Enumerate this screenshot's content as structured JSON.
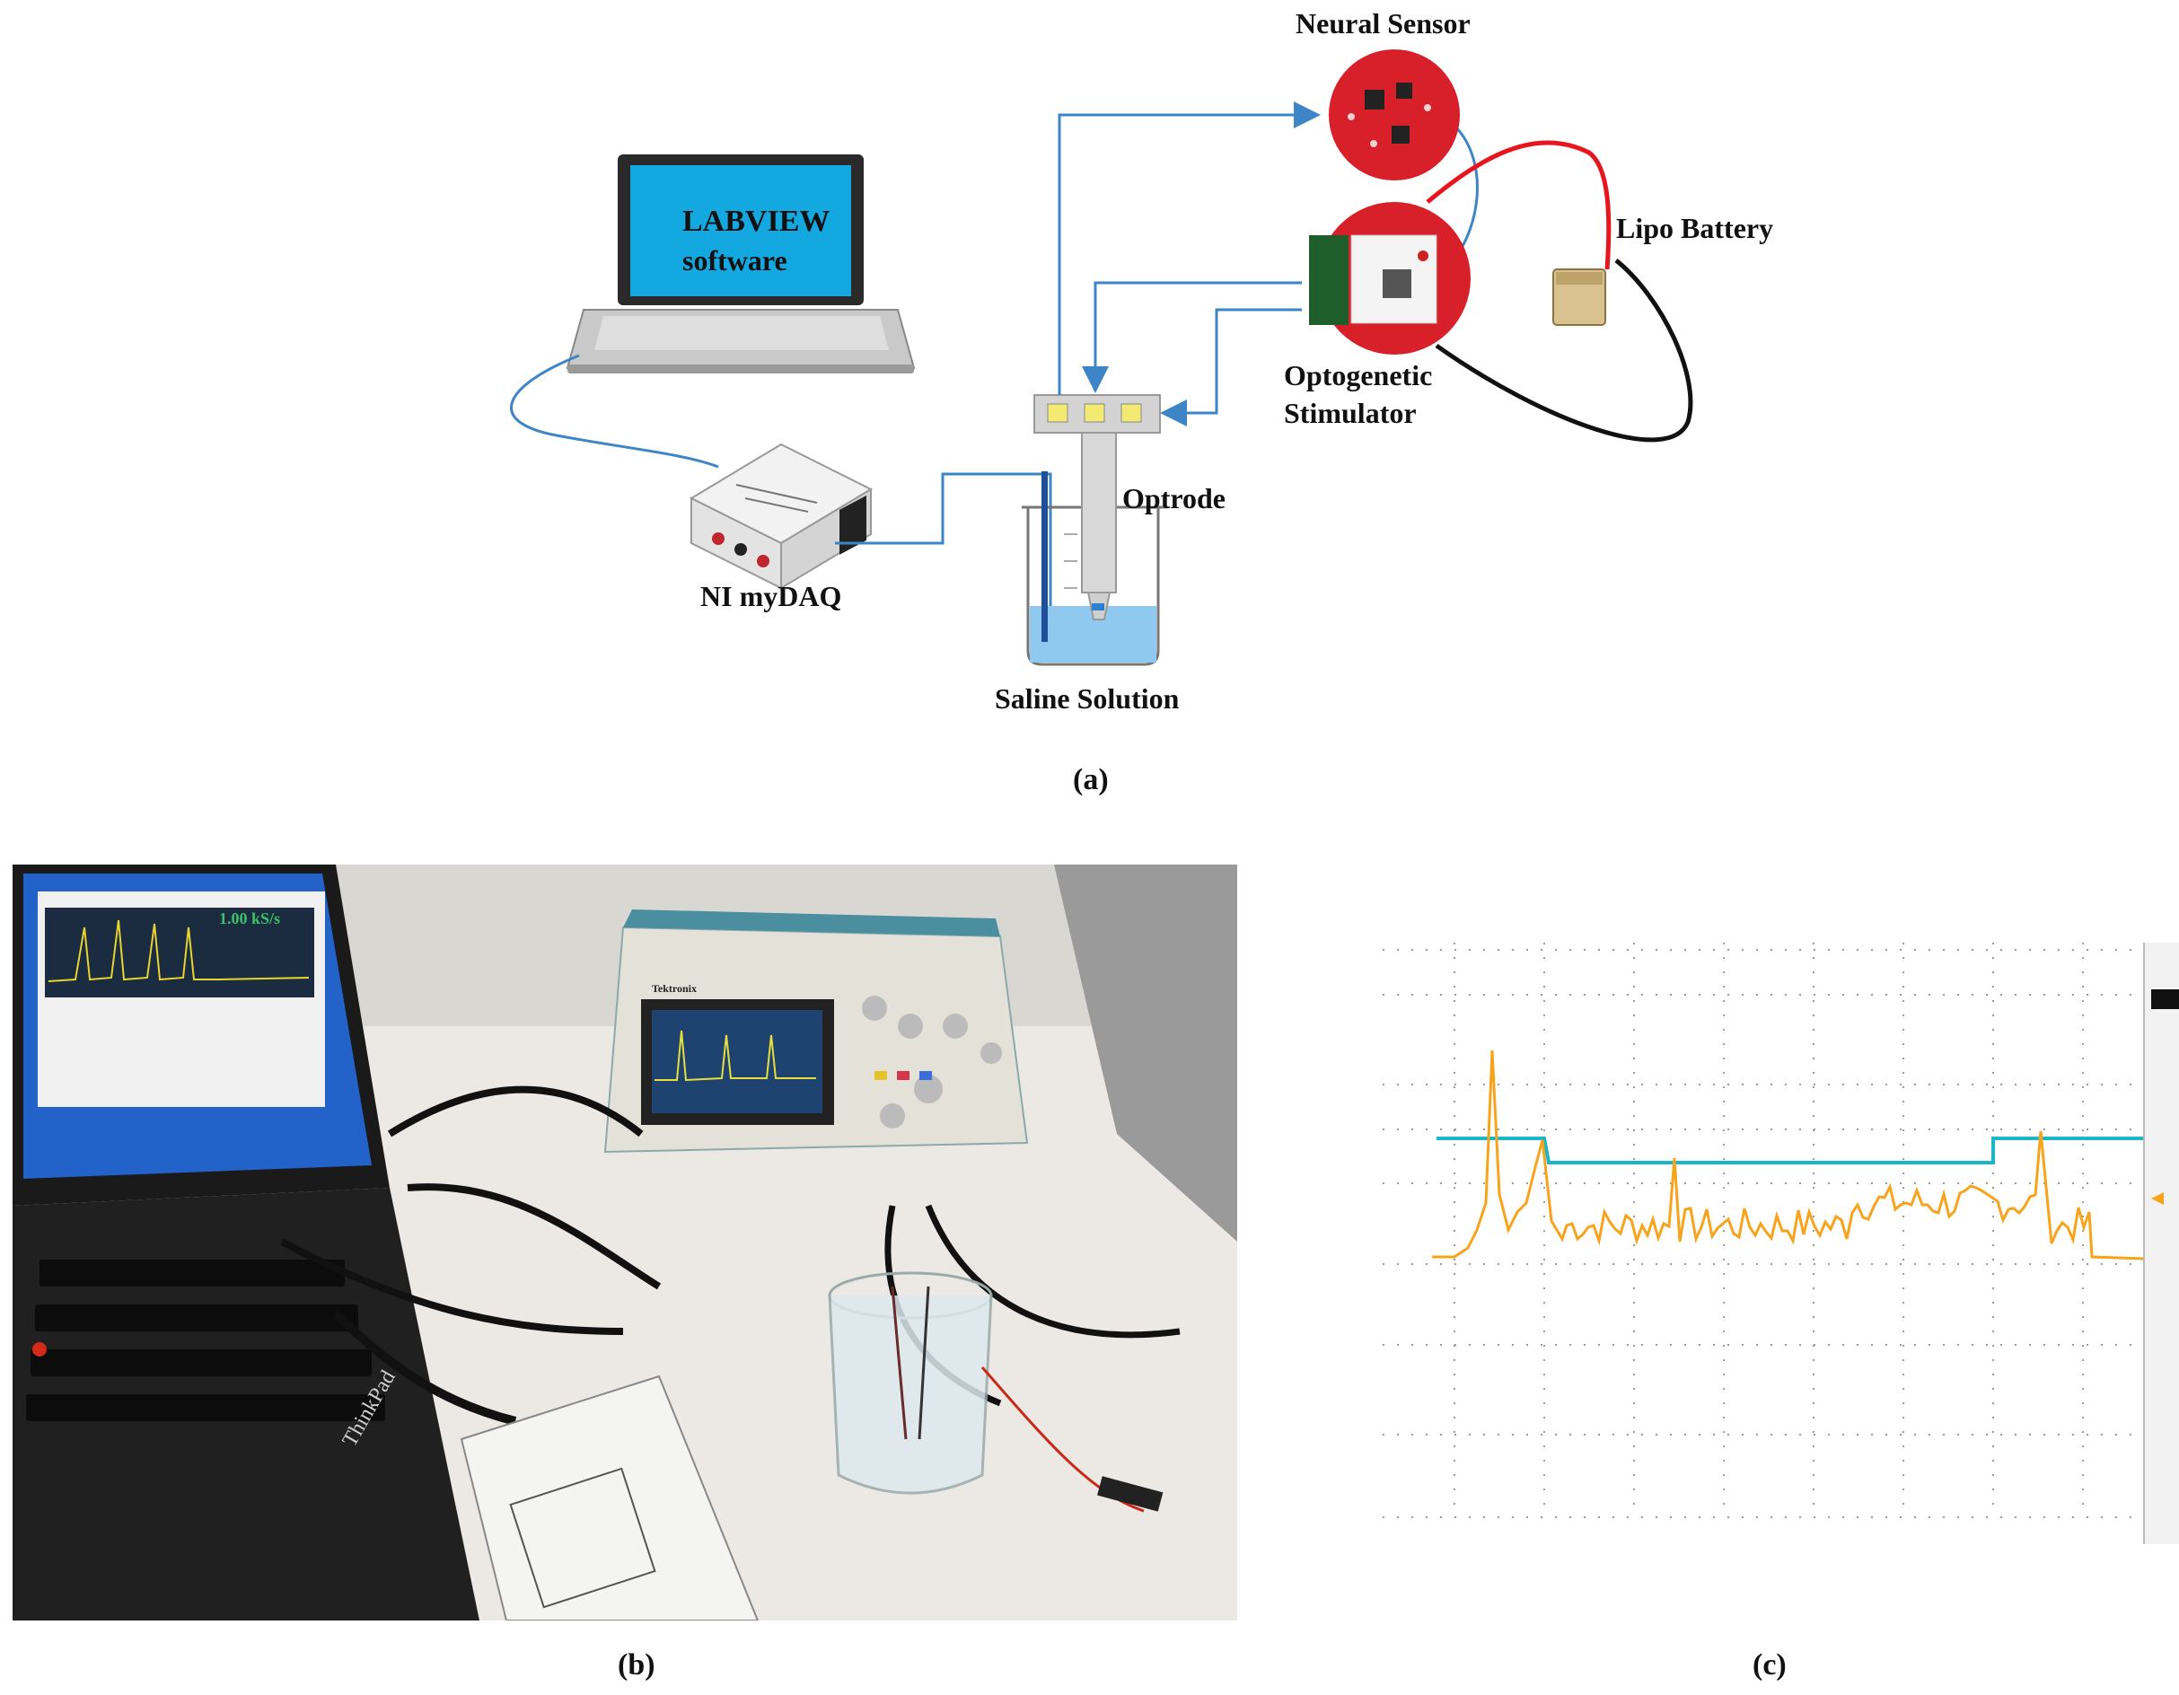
{
  "panel_a": {
    "caption": "(a)",
    "laptop": {
      "screen_line1": "LABVIEW",
      "screen_line2": "software"
    },
    "labels": {
      "neural_sensor": "Neural Sensor",
      "lipo_battery": "Lipo Battery",
      "optogenetic_line1": "Optogenetic",
      "optogenetic_line2": "Stimulator",
      "optrode": "Optrode",
      "ni_mydaq": "NI myDAQ",
      "saline": "Saline Solution"
    },
    "colors": {
      "laptop_screen": "#14a8e0",
      "wire_blue": "#3d85c6",
      "pcb_red": "#d8202a",
      "wire_red": "#e8141e",
      "wire_black": "#111111",
      "saline": "#8fc9ef"
    }
  },
  "panel_b": {
    "caption": "(b)",
    "screen_rate": "1.00 kS/s",
    "scope_brand": "Tektronix",
    "laptop_brand": "ThinkPad"
  },
  "panel_c": {
    "caption": "(c)",
    "colors": {
      "cyan": "#1ab6c6",
      "orange": "#f7a31c",
      "grid": "#9a9a9a"
    }
  }
}
